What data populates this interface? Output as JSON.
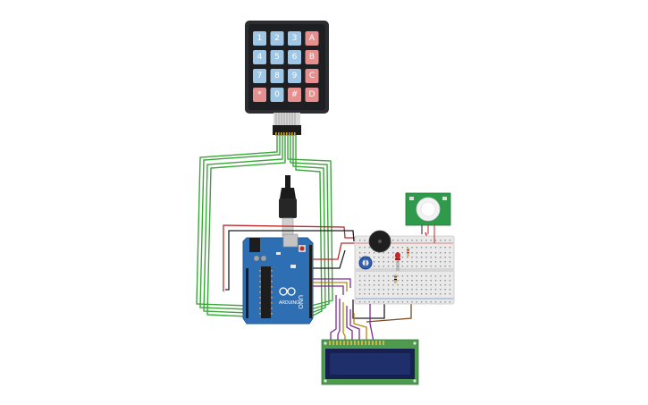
{
  "keypad": {
    "rows": [
      [
        "1",
        "2",
        "3",
        "A"
      ],
      [
        "4",
        "5",
        "6",
        "B"
      ],
      [
        "7",
        "8",
        "9",
        "C"
      ],
      [
        "*",
        "0",
        "#",
        "D"
      ]
    ]
  },
  "arduino": {
    "label": "UNO",
    "brand": "ARDUINO"
  },
  "colors": {
    "keypad_body": "#2b2d30",
    "key_number": "#9fc6e4",
    "key_letter": "#e58f8f",
    "board": "#2e6fb3",
    "green_wire": "#3aa63a",
    "red_wire": "#c0282a",
    "purple_wire": "#7d2c8e",
    "orange_wire": "#b8860b",
    "lcd_pcb": "#4e9a4e",
    "lcd_screen": "#1f2f6b",
    "pir_pcb": "#2f9a4c",
    "breadboard": "#e9e9e9"
  },
  "icons": {
    "buzzer": "buzzer-icon",
    "potentiometer": "potentiometer-icon",
    "pir": "pir-sensor-icon",
    "led": "led-icon",
    "usb": "usb-cable-icon"
  }
}
